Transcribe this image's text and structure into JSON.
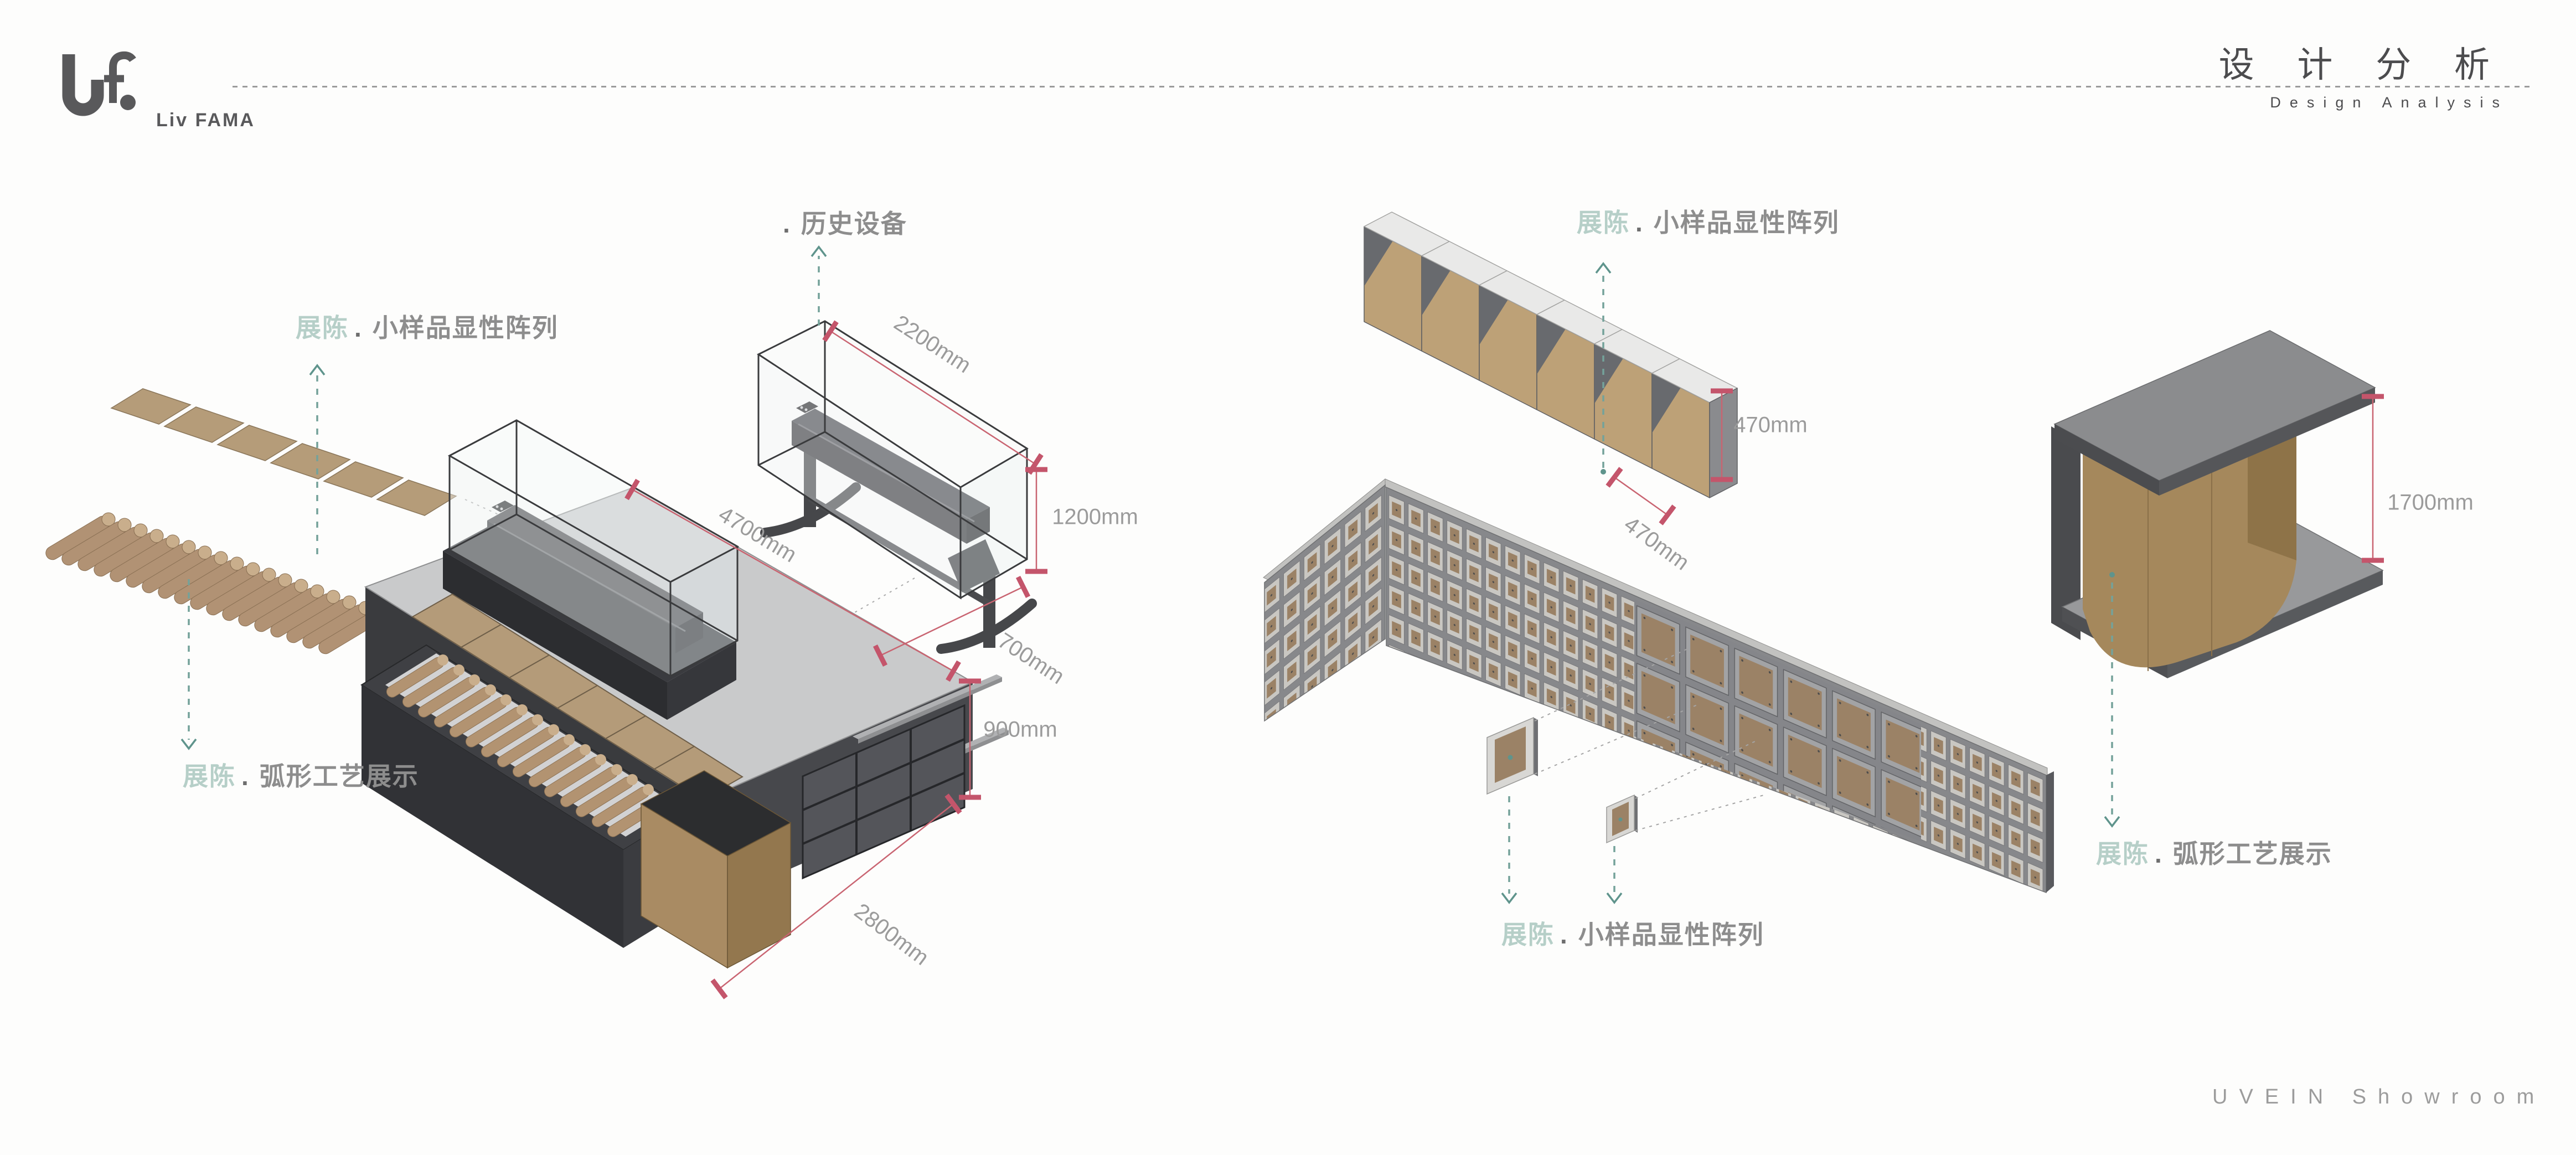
{
  "header": {
    "brand": "Liv FAMA",
    "title_cn": "设 计 分 析",
    "title_en": "Design Analysis"
  },
  "footer": {
    "showroom": "UVEIN Showroom"
  },
  "annotations": {
    "hist": {
      "dot": ".",
      "text": "历史设备"
    },
    "left_samples": {
      "prefix": "展陈",
      "dot": ".",
      "text": "小样品显性阵列"
    },
    "left_arc": {
      "prefix": "展陈",
      "dot": ".",
      "text": "弧形工艺展示"
    },
    "mid_top_samples": {
      "prefix": "展陈",
      "dot": ".",
      "text": "小样品显性阵列"
    },
    "mid_bottom_samples": {
      "prefix": "展陈",
      "dot": ".",
      "text": "小样品显性阵列"
    },
    "right_arc": {
      "prefix": "展陈",
      "dot": ".",
      "text": "弧形工艺展示"
    }
  },
  "dimensions": {
    "case_length": "2200mm",
    "case_height": "1200mm",
    "counter_length": "4700mm",
    "case_depth": "700mm",
    "counter_height": "900mm",
    "counter_depth": "2800mm",
    "shelf_height": "470mm",
    "shelf_depth": "470mm",
    "cabinet_height": "1700mm"
  },
  "colors": {
    "dimension_red": "#c96471",
    "tick_red": "#c4556b",
    "leader_teal": "#74a29a",
    "label_teal": "#b6cfc8",
    "label_gray": "#8d8d8d",
    "wood": "#b49b79",
    "charcoal": "#3b3c3f"
  }
}
